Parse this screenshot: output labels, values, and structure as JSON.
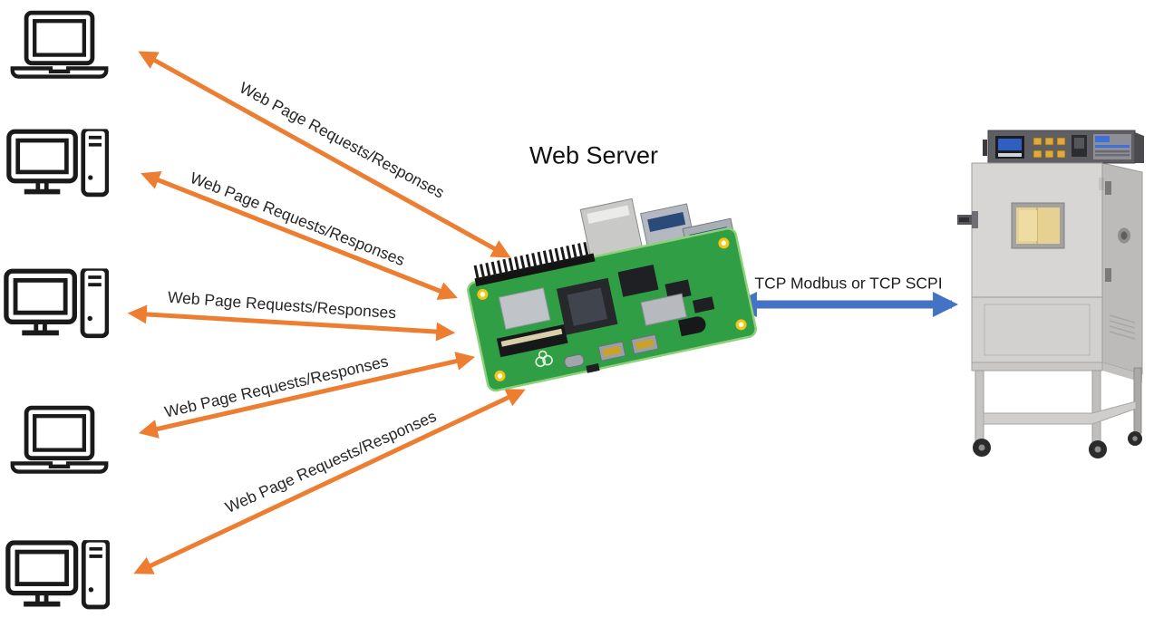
{
  "diagram": {
    "title": "Web Server",
    "clients": [
      {
        "type": "laptop"
      },
      {
        "type": "desktop-pc"
      },
      {
        "type": "desktop-pc"
      },
      {
        "type": "laptop"
      },
      {
        "type": "desktop-pc"
      }
    ],
    "connections": [
      {
        "label": "Web Page Requests/Responses"
      },
      {
        "label": "Web Page Requests/Responses"
      },
      {
        "label": "Web Page Requests/Responses"
      },
      {
        "label": "Web Page Requests/Responses"
      },
      {
        "label": "Web Page Requests/Responses"
      }
    ],
    "instrument_link": {
      "label": "TCP Modbus or TCP SCPI"
    },
    "icons": {
      "server": "raspberry-pi-4-board",
      "instrument": "environmental-test-chamber",
      "client_laptop": "laptop-icon",
      "client_desktop": "desktop-pc-icon"
    },
    "colors": {
      "web_arrow": "#ED7D31",
      "instrument_arrow": "#4472C4",
      "board_green": "#2F9E44",
      "chamber_gray": "#D6D5D3"
    }
  }
}
